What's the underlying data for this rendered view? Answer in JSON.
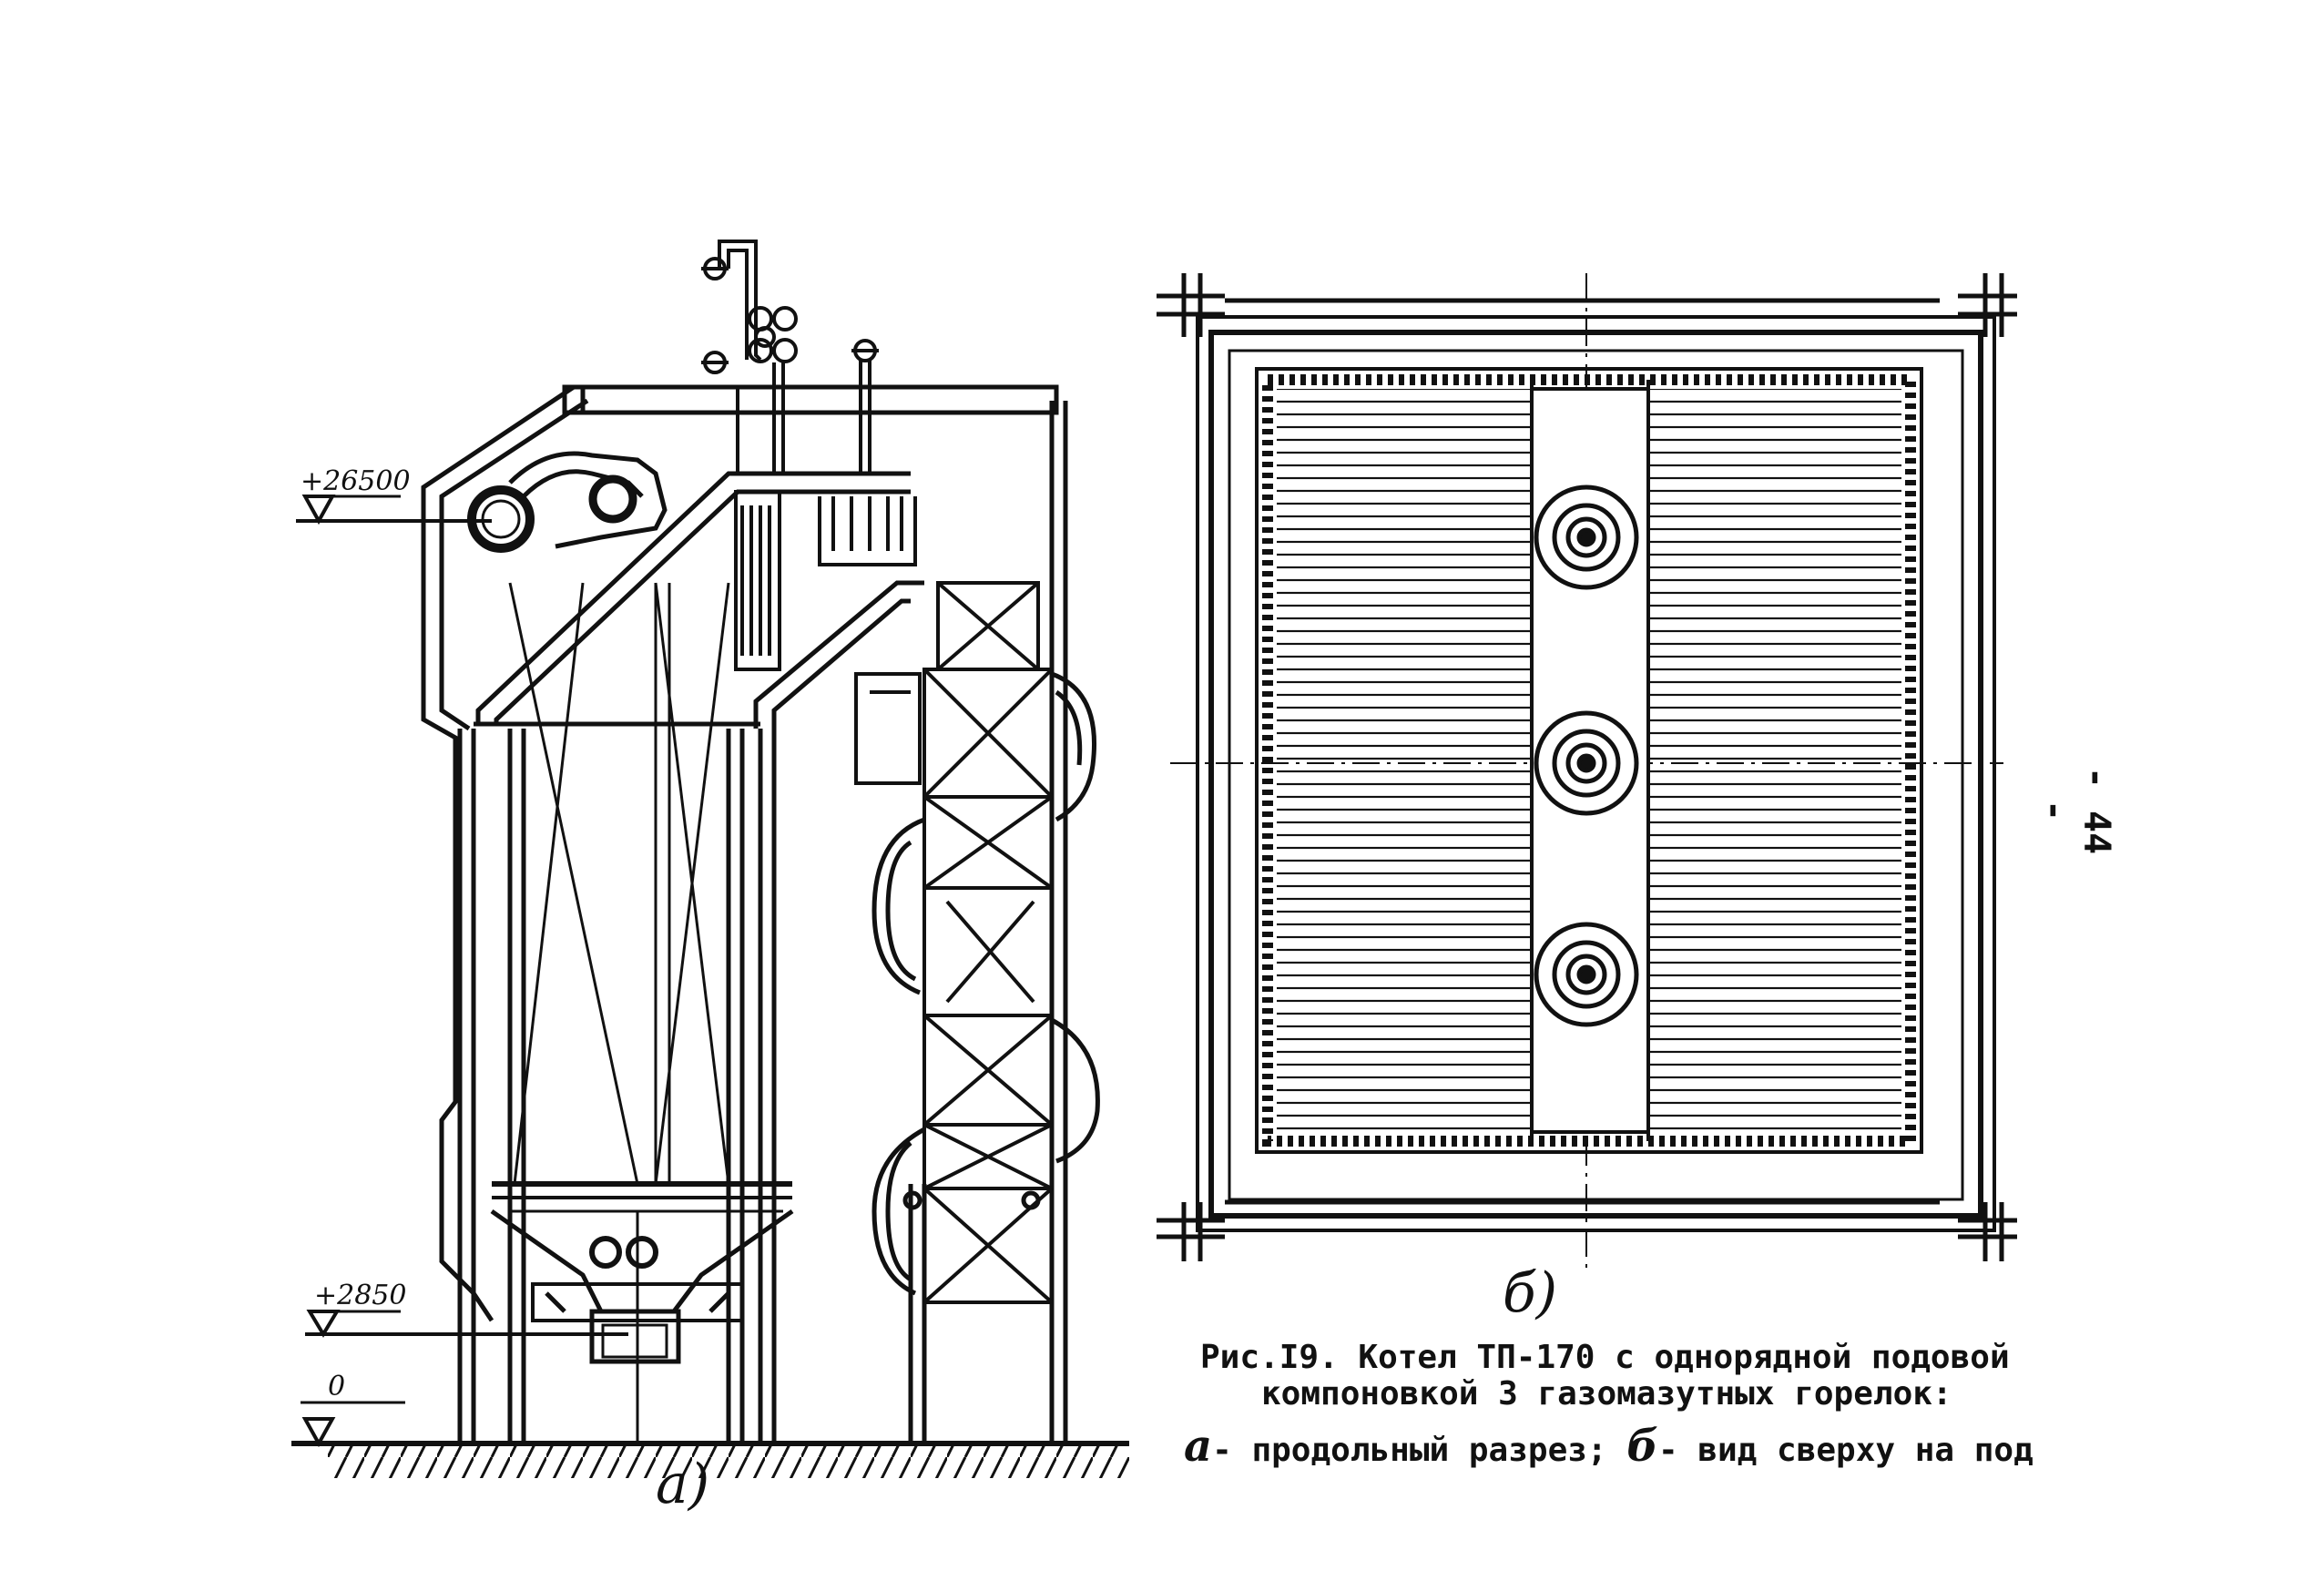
{
  "page_number": "- 44 -",
  "elevations": {
    "top_drum": "+26500",
    "burner_level": "+2850",
    "ground": "0"
  },
  "panel_labels": {
    "a": "a)",
    "b": "б)"
  },
  "caption": {
    "line1": "Рис.I9. Котел ТП-170 с однорядной подовой",
    "line2": "компоновкой 3 газомазутных горелок:",
    "line3_a_letter": "a",
    "line3_a_text": "- продольный разрез;",
    "line3_b_letter": "б",
    "line3_b_text": "- вид сверху на под"
  },
  "colors": {
    "ink": "#111111",
    "paper": "#ffffff"
  }
}
